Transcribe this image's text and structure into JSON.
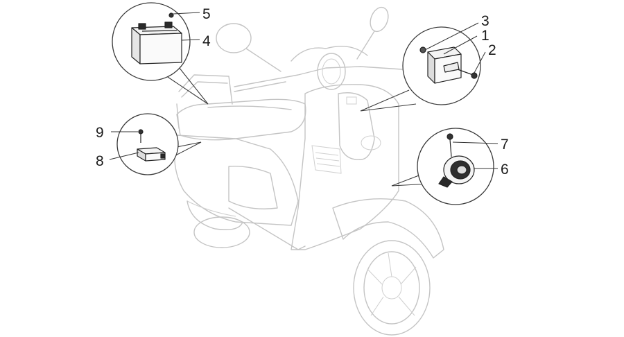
{
  "callouts": [
    {
      "id": "1",
      "label": "1",
      "part": "relay"
    },
    {
      "id": "2",
      "label": "2",
      "part": "relay-bolt"
    },
    {
      "id": "3",
      "label": "3",
      "part": "relay-nut"
    },
    {
      "id": "4",
      "label": "4",
      "part": "battery"
    },
    {
      "id": "5",
      "label": "5",
      "part": "battery-terminal-screw"
    },
    {
      "id": "6",
      "label": "6",
      "part": "horn"
    },
    {
      "id": "7",
      "label": "7",
      "part": "horn-bolt"
    },
    {
      "id": "8",
      "label": "8",
      "part": "electronic-module"
    },
    {
      "id": "9",
      "label": "9",
      "part": "module-screw"
    }
  ],
  "colors": {
    "ghost_outline": "#c4c4c4",
    "part_outline": "#222222",
    "part_fill_light": "#f2f2f2",
    "part_fill_dark": "#2a2a2a"
  }
}
